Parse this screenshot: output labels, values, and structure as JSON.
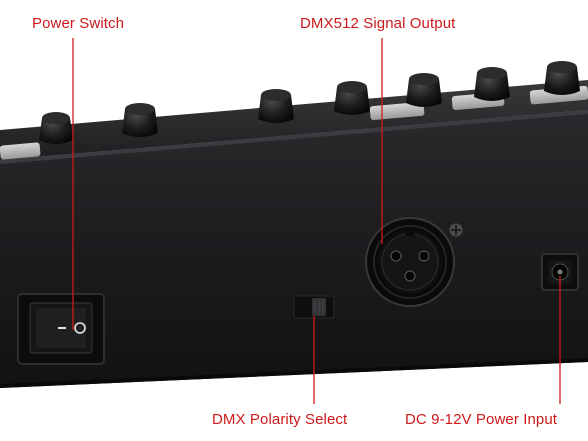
{
  "labels": {
    "power_switch": "Power Switch",
    "dmx_output": "DMX512 Signal Output",
    "polarity_select": "DMX Polarity Select",
    "dc_input": "DC 9-12V Power Input"
  },
  "colors": {
    "label_red": "#cc1a1a",
    "body_black": "#1a1a1c",
    "knob_black": "#151515"
  }
}
